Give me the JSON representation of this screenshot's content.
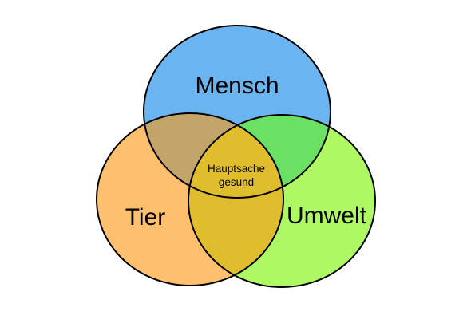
{
  "sets": {
    "mensch": {
      "label": "Mensch",
      "color": "#6ab4f0"
    },
    "tier": {
      "label": "Tier",
      "color": "#fec06e"
    },
    "umwelt": {
      "label": "Umwelt",
      "color": "#aef963"
    }
  },
  "intersections": {
    "mensch_tier": {
      "color": "#c3a56b"
    },
    "mensch_umwelt": {
      "color": "#6ae162"
    },
    "tier_umwelt": {
      "color": "#e0bd2c"
    },
    "all": {
      "color": "#e0bd2c",
      "label_line1": "Hauptsache",
      "label_line2": "gesund"
    }
  }
}
